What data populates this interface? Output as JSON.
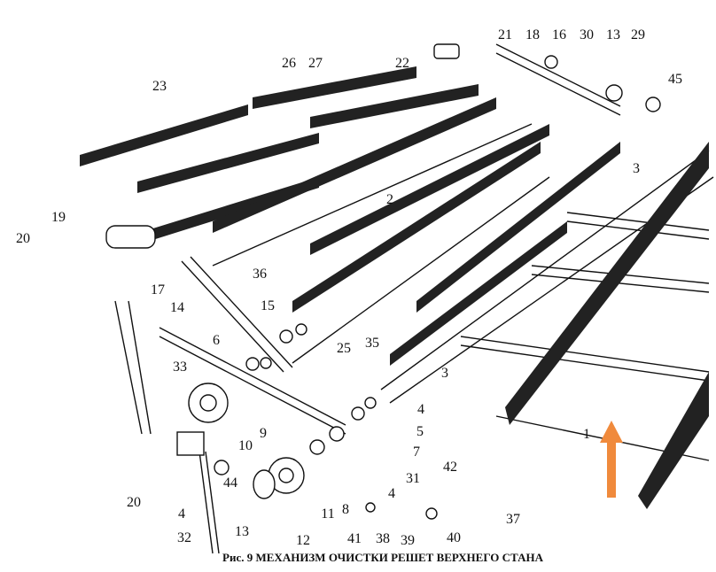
{
  "caption": "Рис. 9 МЕХАНИЗМ ОЧИСТКИ РЕШЕТ ВЕРХНЕГО СТАНА",
  "labels": [
    "21",
    "18",
    "16",
    "30",
    "13",
    "29",
    "45",
    "23",
    "26",
    "27",
    "22",
    "19",
    "20",
    "2",
    "3",
    "17",
    "14",
    "36",
    "15",
    "6",
    "33",
    "25",
    "35",
    "3",
    "4",
    "5",
    "7",
    "9",
    "10",
    "44",
    "20",
    "4",
    "8",
    "31",
    "4",
    "42",
    "37",
    "1",
    "11",
    "13",
    "12",
    "41",
    "38",
    "39",
    "40",
    "32"
  ],
  "colors": {
    "arrow": "#f08a3c",
    "ink": "#111111"
  }
}
